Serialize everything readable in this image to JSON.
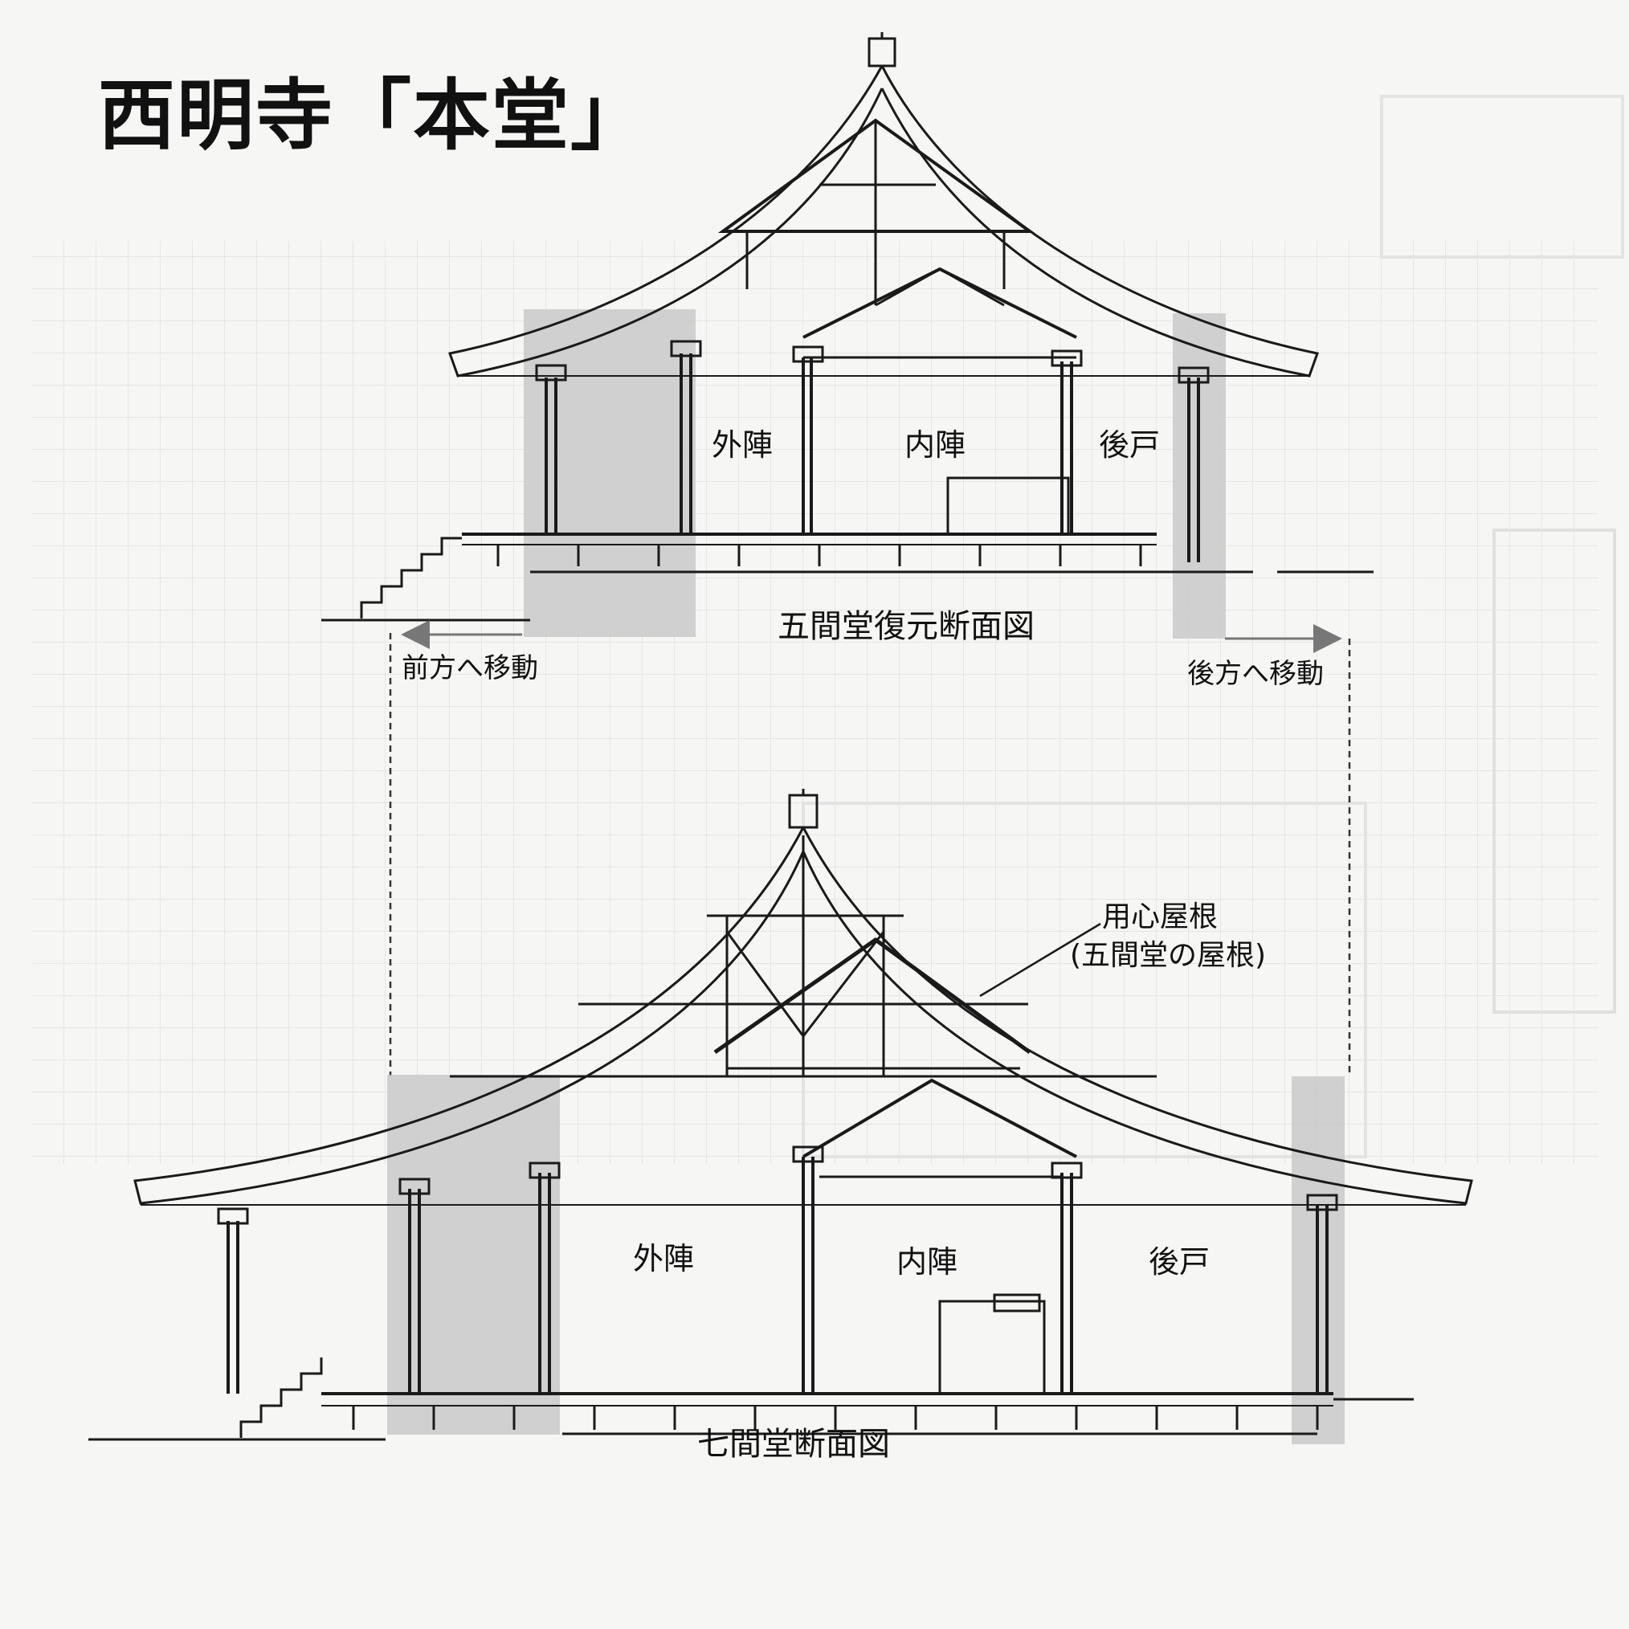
{
  "title": "西明寺「本堂」",
  "upper": {
    "caption": "五間堂復元断面図",
    "rooms": {
      "outer": "外陣",
      "inner": "内陣",
      "rear": "後戸"
    }
  },
  "arrows": {
    "front": "前方へ移動",
    "back": "後方へ移動"
  },
  "lower": {
    "caption": "七間堂断面図",
    "rooms": {
      "outer": "外陣",
      "inner": "内陣",
      "rear": "後戸"
    },
    "note_line1": "用心屋根",
    "note_line2": "(五間堂の屋根)"
  },
  "colors": {
    "ink": "#1a1a1a",
    "shade": "#c9c9c9",
    "paper": "#f6f6f4",
    "ghost": "#dadada"
  }
}
